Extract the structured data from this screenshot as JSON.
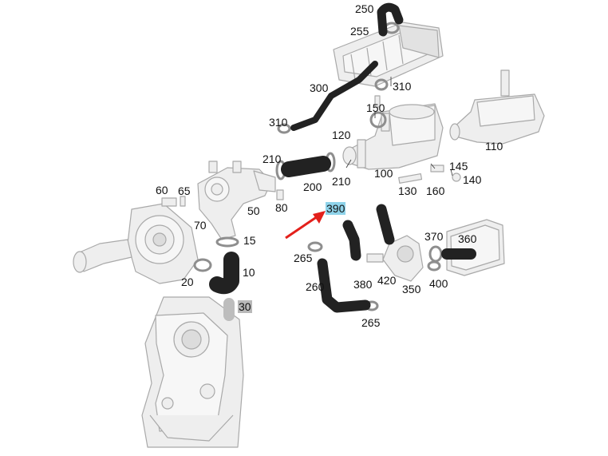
{
  "colors": {
    "part_fill": "#eeeeee",
    "part_stroke": "#a9a9a9",
    "hose": "#222222",
    "hose_highlight": "#555555",
    "metal": "#c8c8c8",
    "arrow": "#e3201b",
    "highlight_selected": "#8fd3ea",
    "highlight_secondary": "#b9b9b9"
  },
  "arrow": {
    "icon": "red-pointer-arrow",
    "target_label": "390"
  },
  "labels": {
    "p250": "250",
    "p255": "255",
    "p300": "300",
    "p310a": "310",
    "p310b": "310",
    "p150": "150",
    "p120": "120",
    "p210a": "210",
    "p210b": "210",
    "p200": "200",
    "p100": "100",
    "p110": "110",
    "p145": "145",
    "p140": "140",
    "p130": "130",
    "p160": "160",
    "p60": "60",
    "p65": "65",
    "p80": "80",
    "p50": "50",
    "p390": "390",
    "p70": "70",
    "p15": "15",
    "p370": "370",
    "p360": "360",
    "p265a": "265",
    "p20": "20",
    "p10": "10",
    "p380": "380",
    "p420": "420",
    "p400": "400",
    "p350": "350",
    "p260": "260",
    "p30": "30",
    "p265b": "265"
  }
}
